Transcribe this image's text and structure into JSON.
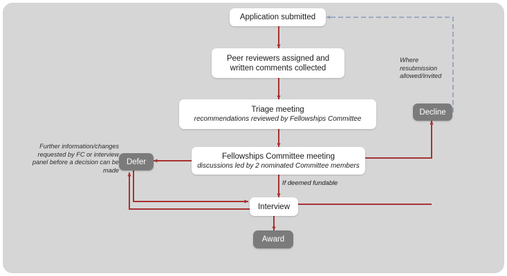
{
  "diagram": {
    "title": "Fellowship application process flowchart",
    "colors": {
      "background": "#d6d6d6",
      "page": "#ffffff",
      "arrow_red": "#a83232",
      "dashed_blue": "#8a9cb8",
      "node_white": "#ffffff",
      "node_gray": "#7b7b7b",
      "text_dark": "#1a1a1a"
    },
    "nodes": [
      {
        "id": "application-submitted",
        "kind": "white",
        "title": "Application submitted",
        "subtitle": ""
      },
      {
        "id": "peer-reviewers",
        "kind": "white",
        "title": "Peer reviewers assigned and",
        "title2": "written comments collected",
        "subtitle": ""
      },
      {
        "id": "triage-meeting",
        "kind": "white",
        "title": "Triage meeting",
        "subtitle": "recommendations reviewed by Fellowships Committee"
      },
      {
        "id": "fellowships-committee-meeting",
        "kind": "white",
        "title": "Fellowships Committee meeting",
        "subtitle": "discussions led by 2 nominated Committee members"
      },
      {
        "id": "interview",
        "kind": "white",
        "title": "Interview",
        "subtitle": ""
      },
      {
        "id": "decline",
        "kind": "gray",
        "title": "Decline",
        "subtitle": ""
      },
      {
        "id": "defer",
        "kind": "gray",
        "title": "Defer",
        "subtitle": ""
      },
      {
        "id": "award",
        "kind": "gray",
        "title": "Award",
        "subtitle": ""
      }
    ],
    "edge_labels": [
      {
        "id": "if-deemed-fundable",
        "text": "If deemed fundable"
      }
    ],
    "annotations": [
      {
        "id": "resubmission-note",
        "line1": "Where",
        "line2": "resubmission",
        "line3": "allowed/invited"
      },
      {
        "id": "further-info-note",
        "line1": "Further information/changes",
        "line2": "requested by FC or interview",
        "line3": "panel before a decision can be",
        "line4": "made"
      }
    ]
  }
}
